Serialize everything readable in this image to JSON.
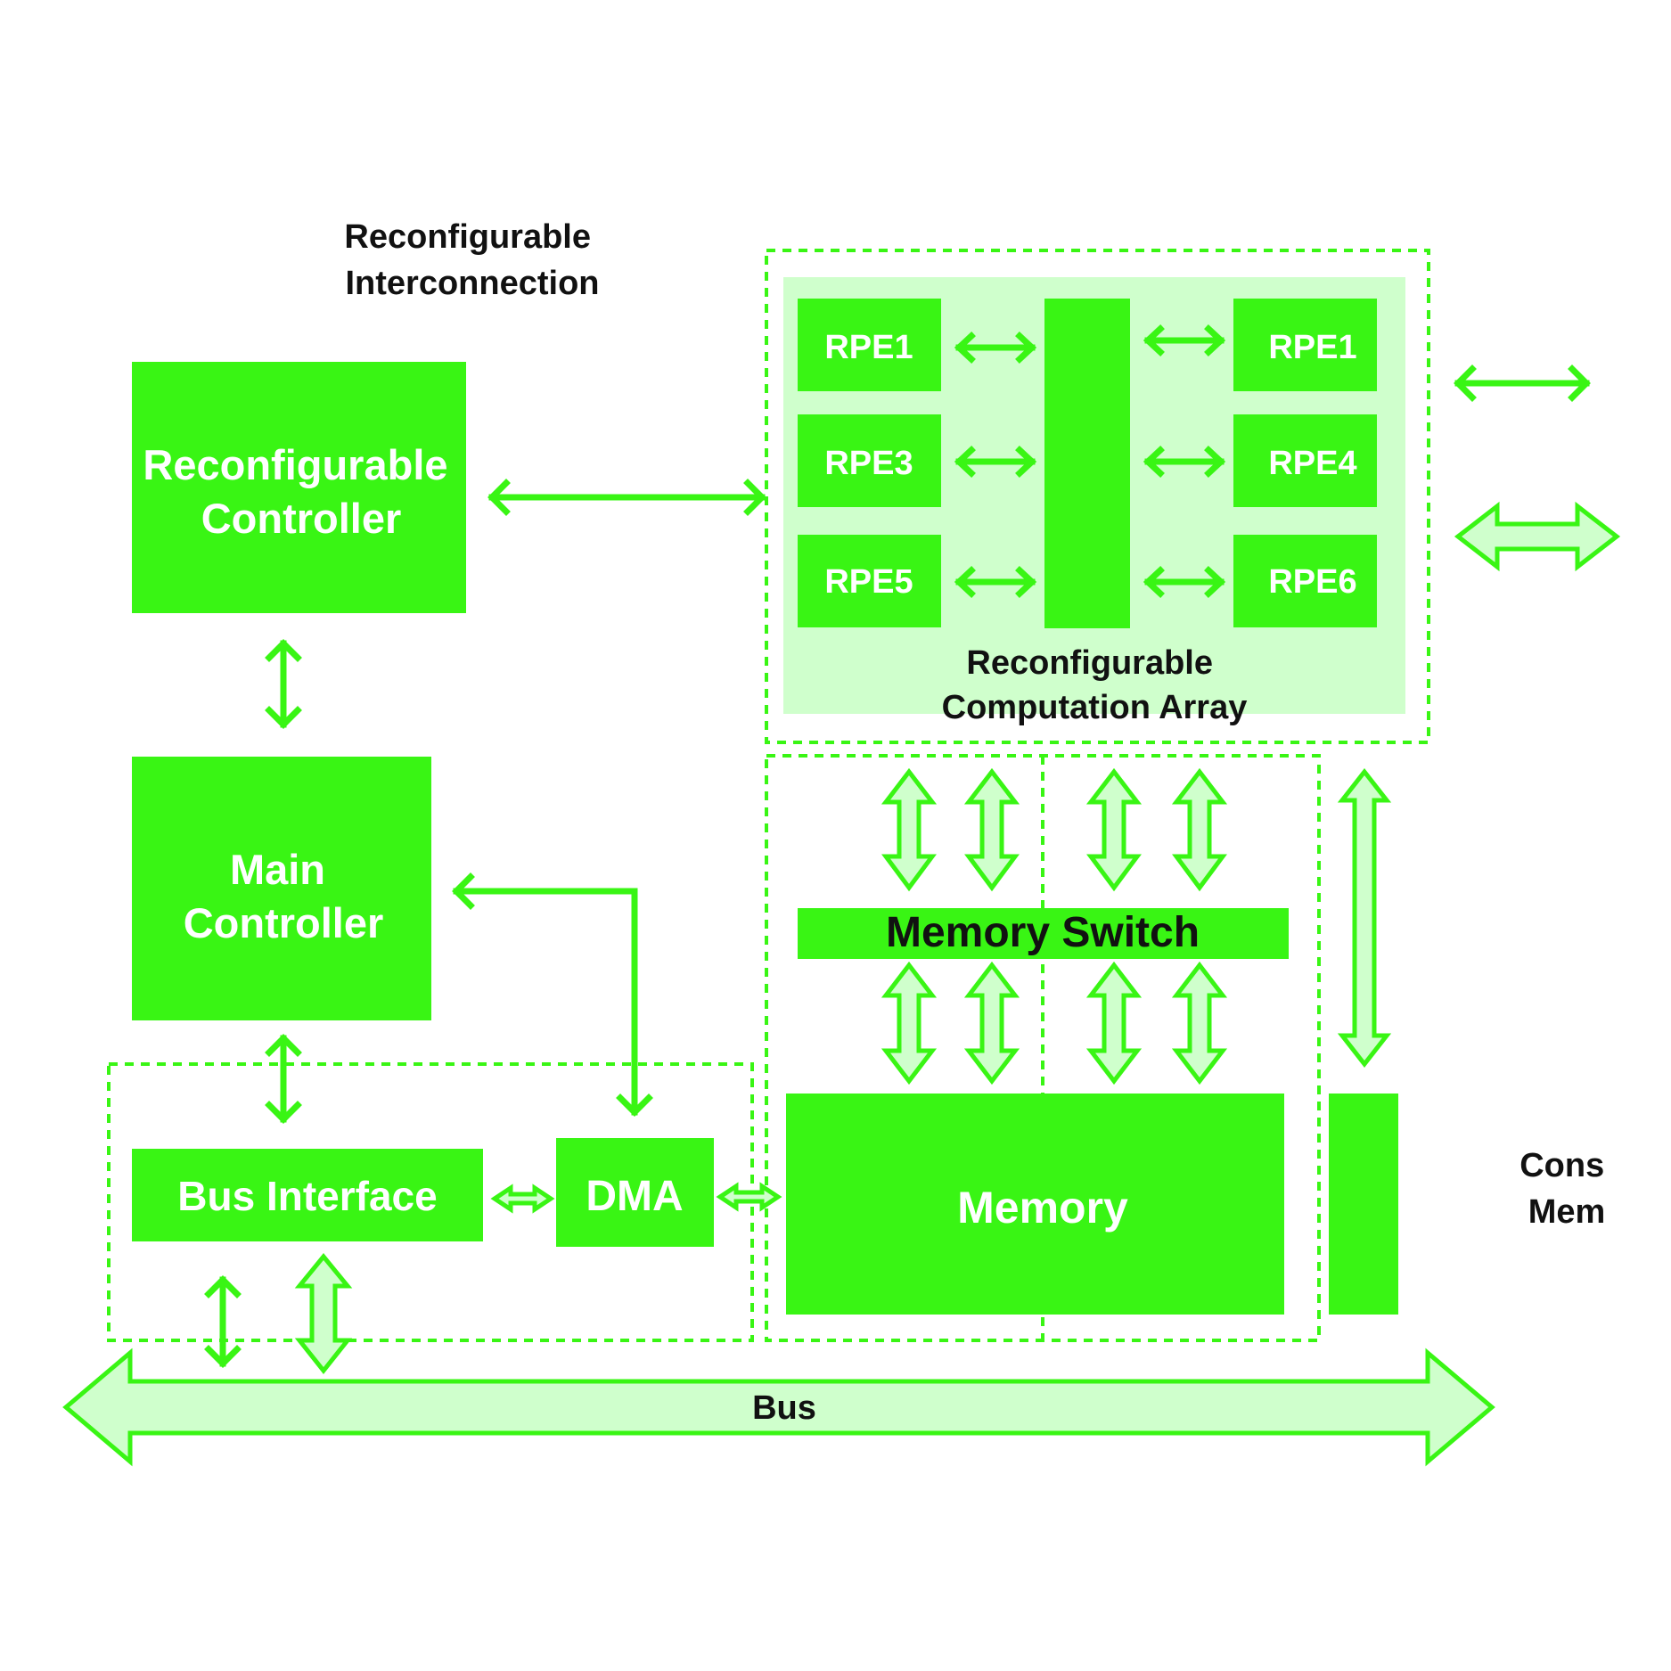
{
  "colors": {
    "green": "#39f514",
    "pale": "#cfffcc",
    "text_dark": "#111111",
    "text_light": "#ffffff"
  },
  "labels": {
    "interconnect_l1": "Reconfigurable",
    "interconnect_l2": "Interconnection",
    "rc_l1": "Reconfigurable",
    "rc_l2": "Controller",
    "mc_l1": "Main",
    "mc_l2": "Controller",
    "bus_interface": "Bus Interface",
    "dma": "DMA",
    "memory": "Memory",
    "memory_switch": "Memory Switch",
    "rca_l1": "Reconfigurable",
    "rca_l2": "Computation Array",
    "cons_l1": "Cons",
    "cons_l2": "Mem",
    "bus": "Bus"
  },
  "rpe": {
    "left": [
      "RPE1",
      "RPE3",
      "RPE5"
    ],
    "right": [
      "RPE1",
      "RPE4",
      "RPE6"
    ]
  }
}
